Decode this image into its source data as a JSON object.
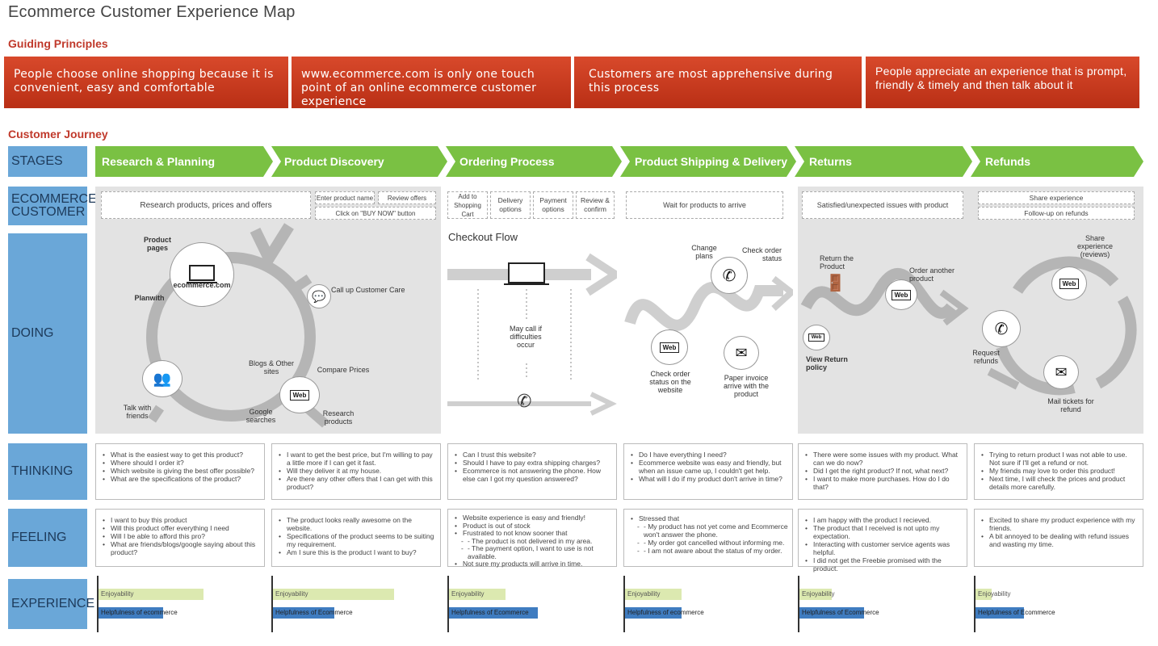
{
  "title": "Ecommerce Customer Experience Map",
  "guiding_principles_heading": "Guiding Principles",
  "principles": [
    "People choose online shopping because it is convenient, easy and comfortable",
    "www.ecommerce.com is only one touch point of an online ecommerce customer experience",
    "Customers are most apprehensive during this process",
    "People appreciate an experience that is prompt, friendly & timely and then talk about it"
  ],
  "journey_heading": "Customer Journey",
  "row_labels": {
    "stages": "STAGES",
    "customer": "ECOMMERCE CUSTOMER",
    "doing": "DOING",
    "thinking": "THINKING",
    "feeling": "FEELING",
    "experience": "EXPERIENCE"
  },
  "stages": [
    "Research & Planning",
    "Product Discovery",
    "Ordering Process",
    "Product Shipping & Delivery",
    "Returns",
    "Refunds"
  ],
  "customer_actions": {
    "research": "Research products, prices and offers",
    "enter_product": "Enter product name",
    "review_offers": "Review offers",
    "buy_now": "Click on \"BUY NOW\" button",
    "add_cart": "Add to Shopping Cart",
    "delivery": "Delivery options",
    "payment": "Payment options",
    "review_confirm": "Review & confirm",
    "wait": "Wait for products to arrive",
    "issues": "Satisfied/unexpected issues with product",
    "share": "Share experience",
    "follow_up": "Follow-up on refunds"
  },
  "doing": {
    "product_pages": "Product pages",
    "ecommerce_com": "ecommerce.com",
    "plan_with": "Planwith",
    "call_care": "Call up Customer Care",
    "blogs": "Blogs & Other sites",
    "compare": "Compare Prices",
    "talk": "Talk with friends",
    "google": "Google searches",
    "research": "Research products",
    "web": "Web",
    "checkout_flow": "Checkout Flow",
    "may_call": "May call if difficulties occur",
    "change_plans": "Change plans",
    "check_order_status": "Check order status",
    "check_order_web": "Check order status on the website",
    "paper_invoice": "Paper invoice arrive with the product",
    "return_product": "Return the Product",
    "order_another": "Order another product",
    "view_return": "View Return policy",
    "share_exp": "Share experience (reviews)",
    "request_refunds": "Request refunds",
    "mail_tickets": "Mail tickets for refund"
  },
  "thinking": [
    [
      "What is the easiest way to get this product?",
      "Where should I order it?",
      "Which website is giving the best offer possible?",
      "What are the specifications of the product?"
    ],
    [
      "I want to get the best price, but I'm willing to pay a little more if I can get it fast.",
      "Will they deliver it at my house.",
      "Are there any other offers that I can get with this product?"
    ],
    [
      "Can I trust this website?",
      "Should I have to pay extra shipping charges?",
      "Ecommerce is not answering the phone. How else can I got my question answered?"
    ],
    [
      "Do I have everything I need?",
      "Ecommerce website was easy and friendly, but when an issue came up, I couldn't get help.",
      "What will I do if my product don't arrive in time?"
    ],
    [
      "There were some issues with my product. What can we do now?",
      "Did I get the right product? If not, what next?",
      "I want to make more purchases. How do I do that?"
    ],
    [
      "Trying to return product I was not able to use. Not sure if I'll get a refund or not.",
      "My friends may love to order this product!",
      "Next time, I will check the prices and product details more carefully."
    ]
  ],
  "feeling": [
    [
      "I want to buy this product",
      "Will this product offer everything I need",
      "Will I be able to afford this pro?",
      "What are friends/blogs/google saying about this product?"
    ],
    [
      "The product looks really awesome on the website.",
      "Specifications of the product seems to be suiting my requirement.",
      "Am I sure this is the product I want to buy?"
    ],
    [
      "Website experience is easy and friendly!",
      "Product is out of stock",
      "Frustrated to not know sooner that",
      "- The product is not delivered in my area.",
      "- The payment option, I want to use is not available.",
      "Not sure my products will arrive in time."
    ],
    [
      "Stressed that",
      "- My product has not yet come and Ecommerce won't answer the phone.",
      "- My order got cancelled without informing me.",
      "- I am not aware about the status of my order."
    ],
    [
      "I am happy with the product I recieved.",
      "The product that I received is not upto my expectation.",
      "Interacting with customer service agents was helpful.",
      "I did not get the Freebie promised with the product."
    ],
    [
      "Excited to share my product experience with my friends.",
      "A bit annoyed to be dealing with refund issues and wasting my time."
    ]
  ],
  "experience": {
    "enjoyability_label": "Enjoyability",
    "helpfulness_labels": [
      "Helpfulness of ecommerce",
      "Helpfulness of Ecommerce",
      "Helpfulness of Ecommerce",
      "Helpfulness of ecommerce",
      "Helpfulness of Ecommerce",
      "Helpfulness of Ecommerce"
    ],
    "enjoyability": [
      0.65,
      0.75,
      0.35,
      0.35,
      0.2,
      0.1
    ],
    "helpfulness": [
      0.4,
      0.38,
      0.55,
      0.35,
      0.4,
      0.3
    ],
    "colors": {
      "enjoyability": "#dce9b0",
      "helpfulness": "#3f7cc0"
    }
  },
  "colors": {
    "principle": "#c73a1f",
    "stage": "#7ac143",
    "row_label": "#6aa7d8",
    "heading": "#c0392b"
  }
}
